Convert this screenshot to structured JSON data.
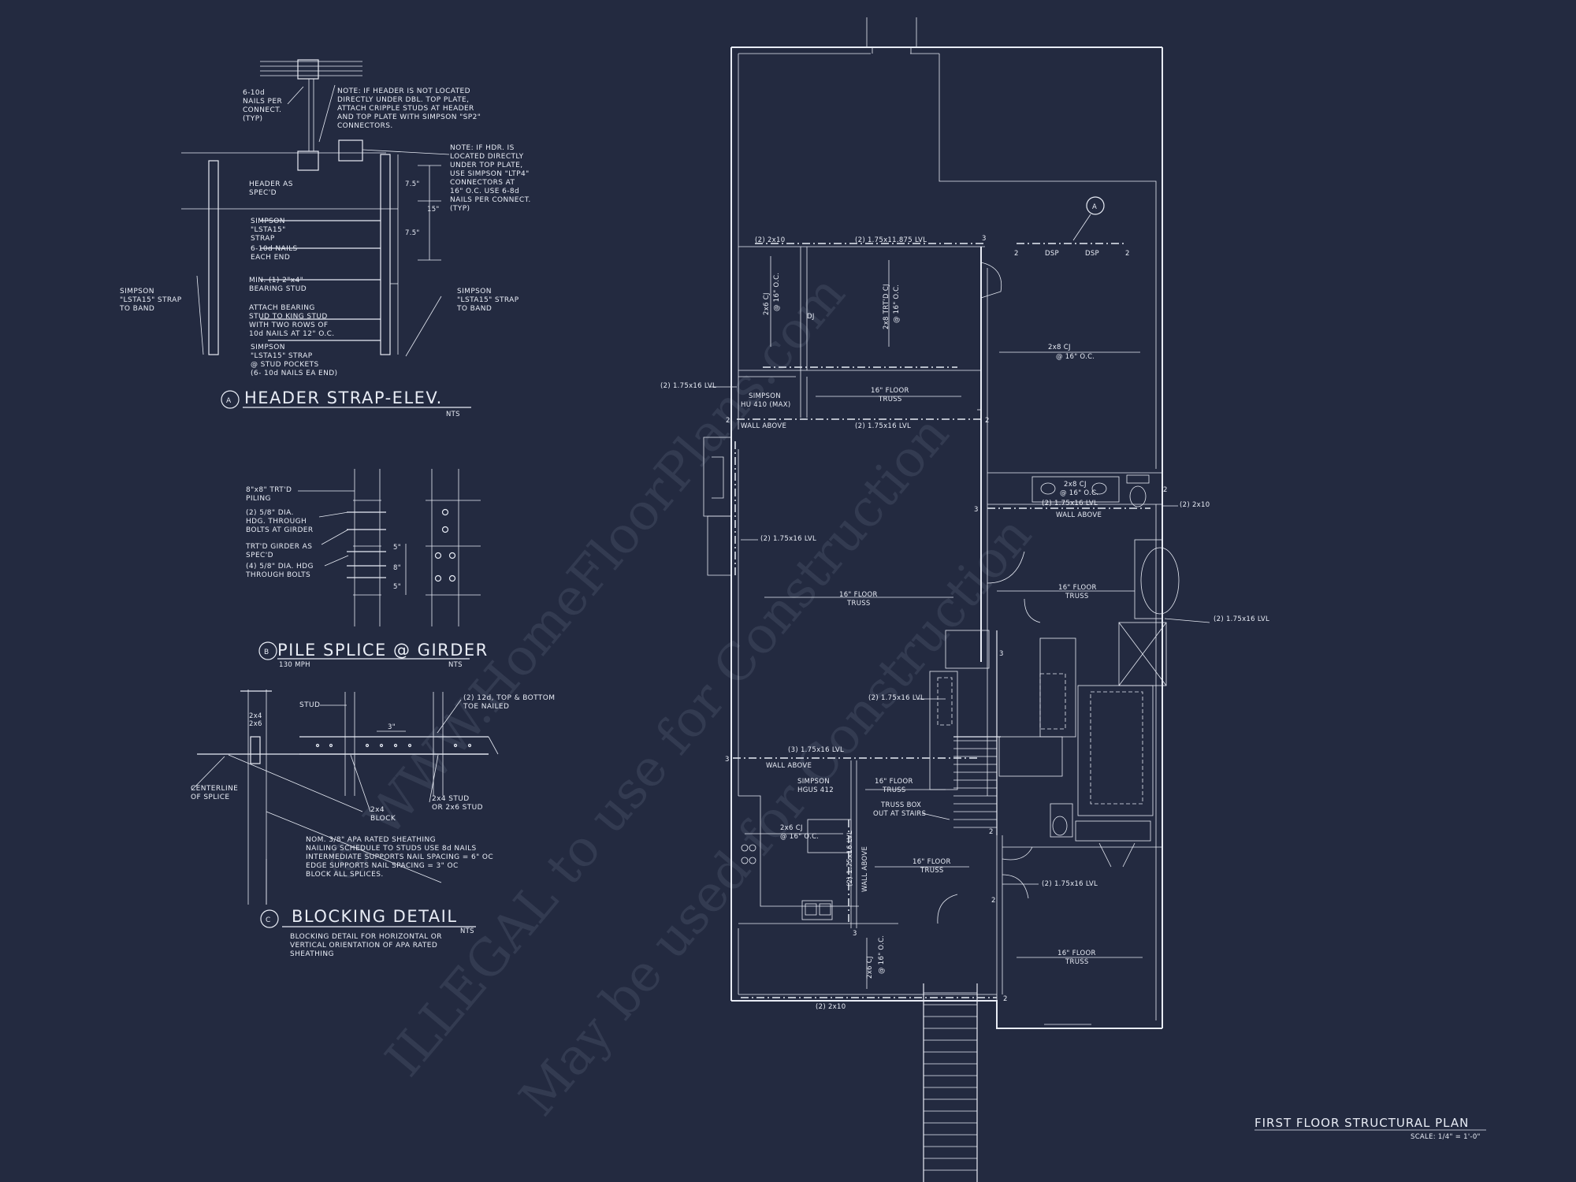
{
  "detail_a": {
    "callout": "A",
    "title": "HEADER STRAP-ELEV.",
    "scale": "NTS",
    "note1": [
      "NOTE: IF HEADER IS NOT LOCATED",
      "DIRECTLY UNDER DBL. TOP PLATE,",
      "ATTACH CRIPPLE STUDS AT HEADER",
      "AND TOP PLATE WITH SIMPSON \"SP2\"",
      "CONNECTORS."
    ],
    "note2": [
      "NOTE: IF HDR. IS",
      "LOCATED DIRECTLY",
      "UNDER TOP PLATE,",
      "USE SIMPSON \"LTP4\"",
      "CONNECTORS AT",
      "16\" O.C.  USE 6-8d",
      "NAILS PER CONNECT.",
      "(TYP)"
    ],
    "nails": [
      "6-10d",
      "NAILS PER",
      "CONNECT.",
      "(TYP)"
    ],
    "header": [
      "HEADER AS",
      "SPEC'D"
    ],
    "strap": [
      "SIMPSON",
      "\"LSTA15\"",
      "STRAP"
    ],
    "nails_end": [
      "6-10d NAILS",
      "EACH END"
    ],
    "bearing": [
      "MIN. (1) 2\"x4\"",
      "BEARING STUD"
    ],
    "attach": [
      "ATTACH BEARING",
      "STUD TO KING STUD",
      "WITH TWO ROWS OF",
      "10d NAILS AT 12\" O.C."
    ],
    "pocket": [
      "SIMPSON",
      "\"LSTA15\" STRAP",
      "@ STUD POCKETS",
      "(6- 10d NAILS EA END)"
    ],
    "left_strap": [
      "SIMPSON",
      "\"LSTA15\" STRAP",
      "TO BAND"
    ],
    "right_strap": [
      "SIMPSON",
      "\"LSTA15\" STRAP",
      "TO BAND"
    ],
    "dims": [
      "7.5\"",
      "15\"",
      "7.5\""
    ]
  },
  "detail_b": {
    "callout": "B",
    "title": "PILE SPLICE @ GIRDER",
    "sub": "130 MPH",
    "scale": "NTS",
    "piling": [
      "8\"x8\" TRT'D",
      "PILING"
    ],
    "bolts": [
      "(2) 5/8\" DIA.",
      "HDG. THROUGH",
      "BOLTS AT GIRDER"
    ],
    "girder": [
      "TRT'D GIRDER AS",
      "SPEC'D"
    ],
    "bolts4": [
      "(4) 5/8\" DIA. HDG",
      "THROUGH BOLTS"
    ],
    "dims": [
      "5\"",
      "8\"",
      "5\""
    ]
  },
  "detail_c": {
    "callout": "C",
    "title": "BLOCKING DETAIL",
    "scale": "NTS",
    "stud_sizes": [
      "2x4",
      "2x6"
    ],
    "stud": "STUD",
    "spacing": "3\"",
    "toe": [
      "(2) 12d, TOP & BOTTOM",
      "TOE NAILED"
    ],
    "centerline": [
      "CENTERLINE",
      "OF SPLICE"
    ],
    "block": [
      "2x4",
      "BLOCK"
    ],
    "stud2": [
      "2x4 STUD",
      "OR 2x6 STUD"
    ],
    "sheathing": [
      "NOM. 3/8\" APA RATED SHEATHING",
      "NAILING SCHEDULE TO STUDS USE 8d NAILS",
      "INTERMEDIATE SUPPORTS NAIL SPACING = 6\" OC",
      "EDGE SUPPORTS NAIL SPACING = 3\" OC",
      "BLOCK ALL SPLICES."
    ],
    "note": [
      "BLOCKING DETAIL FOR HORIZONTAL OR",
      "VERTICAL ORIENTATION OF APA RATED",
      "SHEATHING"
    ]
  },
  "plan": {
    "title": "FIRST FLOOR STRUCTURAL PLAN",
    "scale": "SCALE: 1/4\" = 1'-0\"",
    "callout_a": "A",
    "labels": {
      "top_2x10": "(2) 2x10",
      "lvl_11875": "(2) 1.75x11.875 LVL",
      "dsp": "DSP",
      "cj_2x6_top": [
        "2x6 CJ",
        "@ 16\" O.C."
      ],
      "dj": "DJ",
      "trtd_cj": [
        "2x8 TRT'D CJ",
        "@ 16\" O.C."
      ],
      "cj_2x8_right": [
        "2x8 CJ",
        "@ 16\" O.C."
      ],
      "left_lvl": "(2) 1.75x16 LVL",
      "hu": [
        "SIMPSON",
        "HU 410 (MAX)"
      ],
      "truss_top": [
        "16\" FLOOR",
        "TRUSS"
      ],
      "wall_above": "WALL ABOVE",
      "lvl_mid": "(2) 1.75x16 LVL",
      "cj_bath": [
        "2x8 CJ",
        "@ 16\" O.C."
      ],
      "lvl_bath": "(2) 1.75x16 LVL",
      "wall_above_bath": "WALL ABOVE",
      "r_2x10": "(2) 2x10",
      "lvl_living": "(2) 1.75x16 LVL",
      "truss_living": [
        "16\" FLOOR",
        "TRUSS"
      ],
      "truss_right": [
        "16\" FLOOR",
        "TRUSS"
      ],
      "lvl_right": "(2) 1.75x16 LVL",
      "lvl_stair": "(2) 1.75x16 LVL",
      "lvl3": "(3) 1.75x16 LVL",
      "wall_above_k": "WALL ABOVE",
      "hgus": [
        "SIMPSON",
        "HGUS 412"
      ],
      "truss_k": [
        "16\" FLOOR",
        "TRUSS"
      ],
      "truss_box": [
        "TRUSS BOX",
        "OUT AT STAIRS"
      ],
      "cj_kitchen": [
        "2x6 CJ",
        "@ 16\" O.C."
      ],
      "lvl_vert": "(2) 1.75x16 LVL",
      "wall_above_v": "WALL ABOVE",
      "truss_kb": [
        "16\" FLOOR",
        "TRUSS"
      ],
      "lvl_br": "(2) 1.75x16 LVL",
      "cj_porch": [
        "2x6 CJ",
        "@ 16\" O.C."
      ],
      "truss_br": [
        "16\" FLOOR",
        "TRUSS"
      ],
      "bottom_2x10": "(2) 2x10"
    },
    "post_marks": [
      "2",
      "3"
    ]
  },
  "watermark": {
    "line1": "© WWW.HomeFloorPlans.com",
    "line2": "ILLEGAL to use for Construction",
    "line3": "May be used for Construction"
  }
}
